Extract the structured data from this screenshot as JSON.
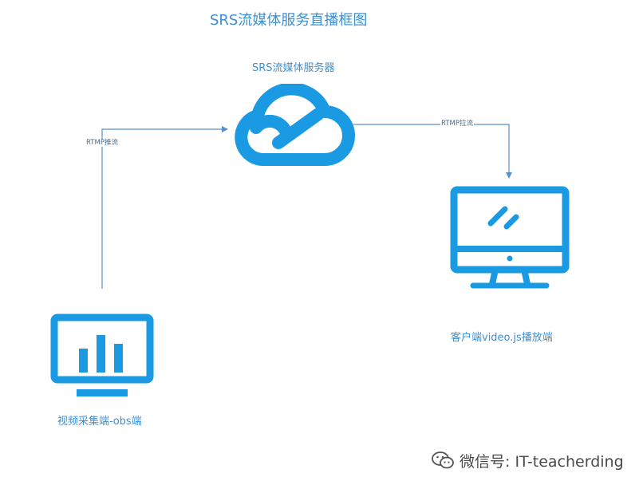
{
  "title": "SRS流媒体服务直播框图",
  "nodes": {
    "server": {
      "label": "SRS流媒体服务器",
      "icon": "cloud-icon"
    },
    "client": {
      "label": "客户端video.js播放端",
      "icon": "monitor-icon"
    },
    "source": {
      "label": "视频采集端-obs端",
      "icon": "bar-chart-monitor-icon"
    }
  },
  "edges": {
    "push": {
      "label": "RTMP推流",
      "from": "source",
      "to": "server"
    },
    "pull": {
      "label": "RTMP拉流",
      "from": "server",
      "to": "client"
    }
  },
  "watermark": {
    "text": "微信号: IT-teacherding",
    "icon": "wechat-icon"
  },
  "colors": {
    "icon": "#1a9ae3",
    "line": "#5b8fc7",
    "label": "#3d8fd1"
  }
}
